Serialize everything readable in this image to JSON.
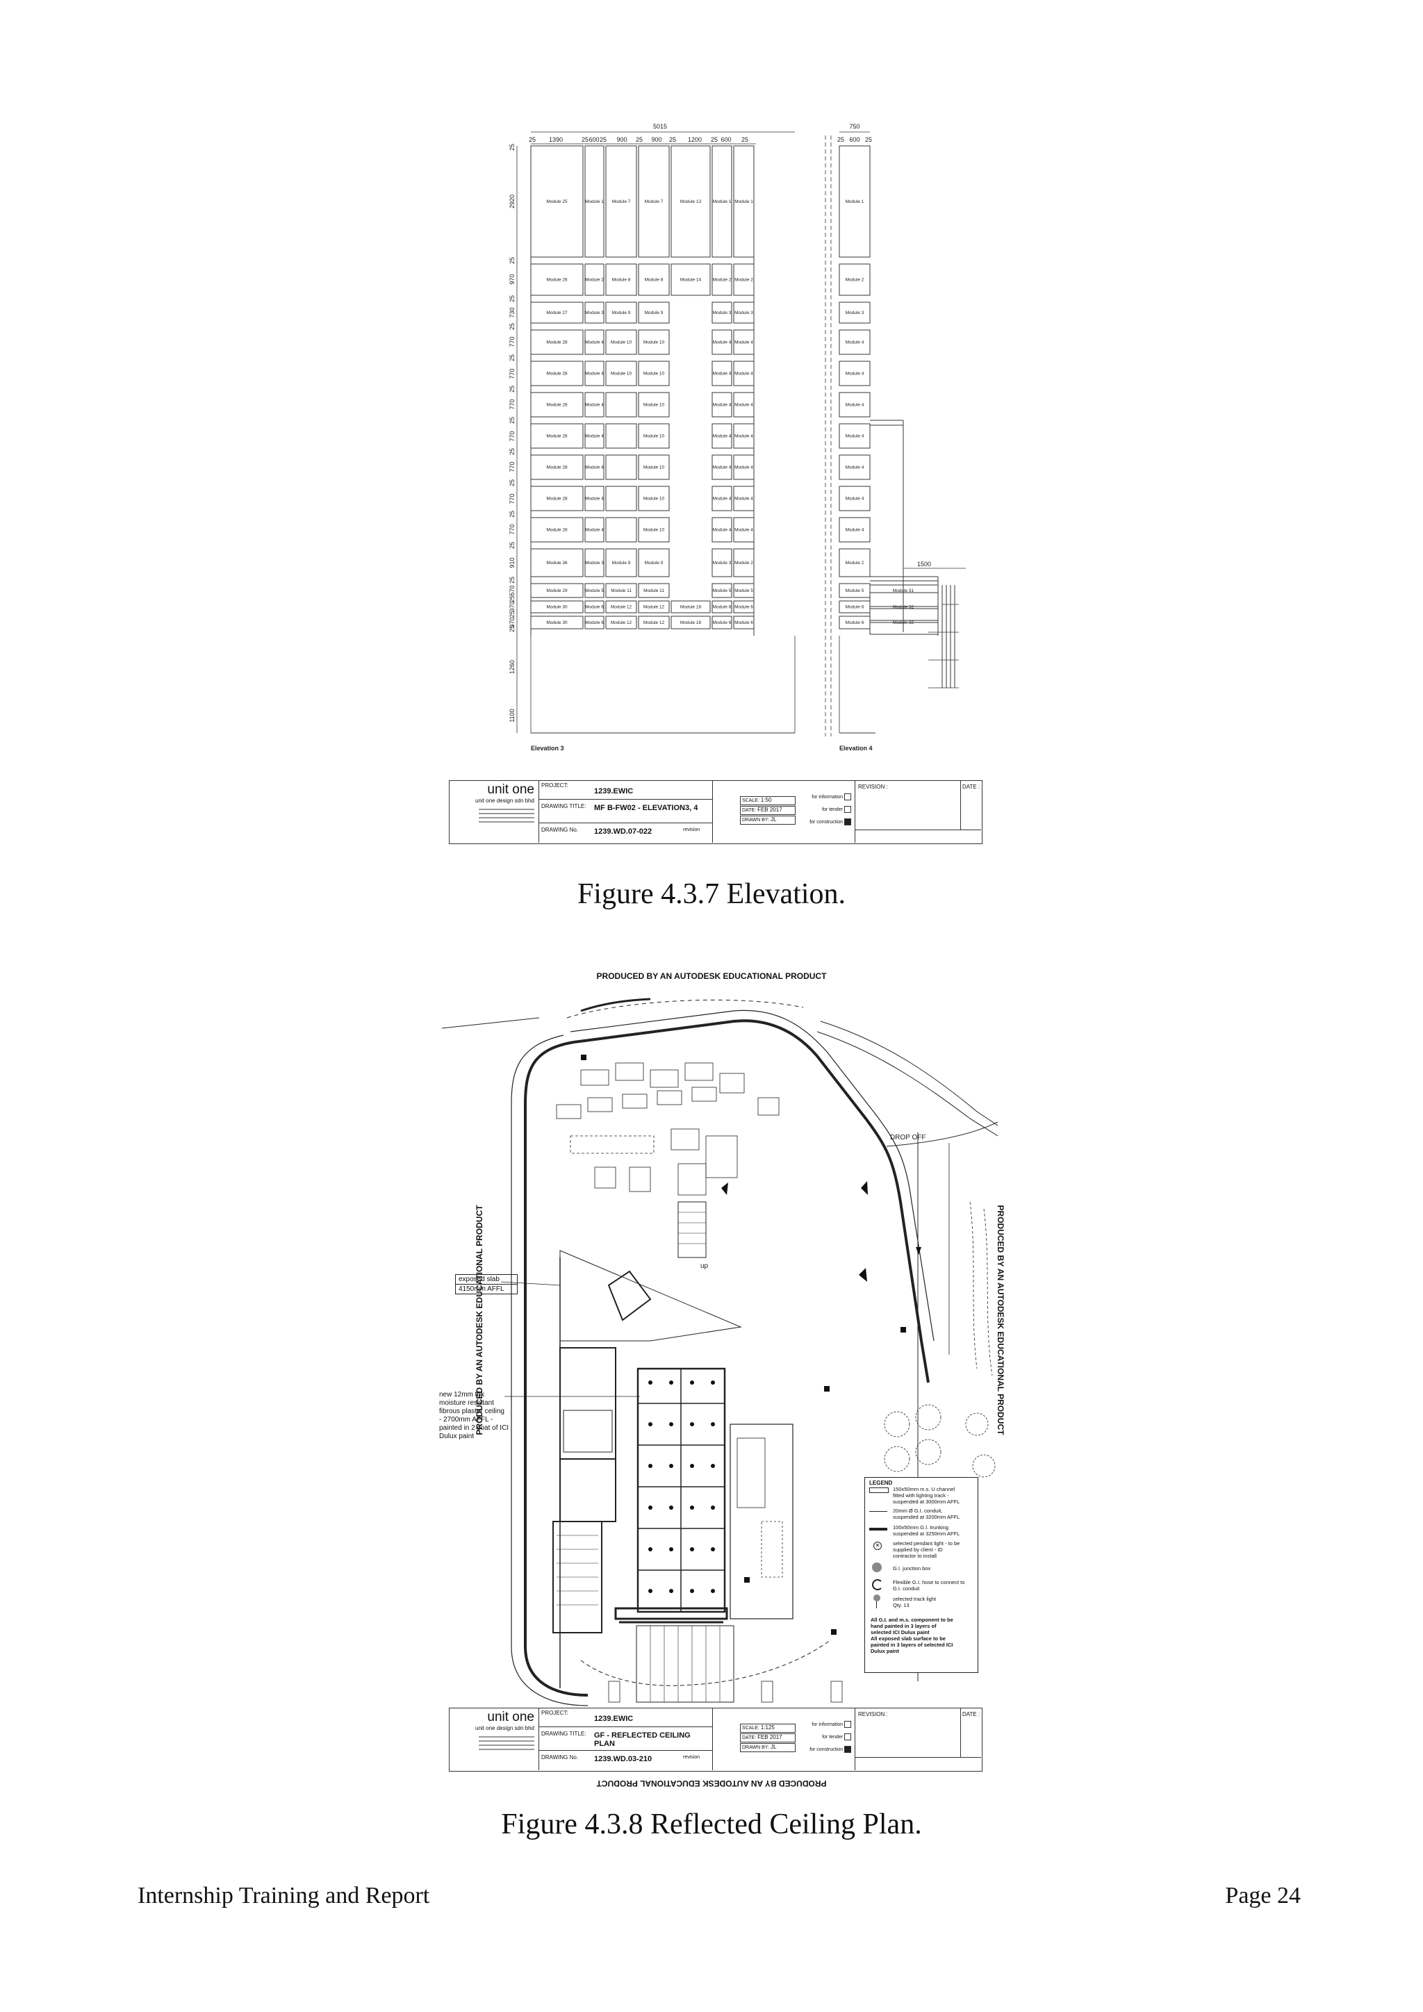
{
  "elevation": {
    "overall_width": "5015",
    "right_width": "750",
    "widths_top": [
      "25",
      "1390",
      "25",
      "600",
      "25",
      "900",
      "25",
      "900",
      "25",
      "1200",
      "25",
      "600",
      "25"
    ],
    "widths_right": [
      "25",
      "600",
      "25"
    ],
    "heights": [
      "25",
      "2920",
      "25",
      "970",
      "25",
      "730",
      "25",
      "770",
      "25",
      "770",
      "25",
      "770",
      "25",
      "770",
      "25",
      "770",
      "25",
      "770",
      "25",
      "770",
      "25",
      "910",
      "25",
      "570",
      "25",
      "370",
      "25",
      "370",
      "25",
      "1260",
      "1100"
    ],
    "rows": [
      [
        "Module 25",
        "Module 1",
        "Module 7",
        "Module 7",
        "Module 13",
        "Module 1",
        "Module 1"
      ],
      [
        "Module 26",
        "Module 2",
        "Module 8",
        "Module 8",
        "Module 14",
        "Module 2",
        "Module 2"
      ],
      [
        "Module 27",
        "Module 3",
        "Module 9",
        "Module 9",
        "",
        "Module 3",
        "Module 3"
      ],
      [
        "Module 28",
        "Module 4",
        "Module 10",
        "Module 10",
        "",
        "Module 4",
        "Module 4"
      ],
      [
        "Module 28",
        "Module 4",
        "Module 10",
        "Module 10",
        "",
        "Module 4",
        "Module 4"
      ],
      [
        "Module 28",
        "Module 4",
        "",
        "Module 10",
        "",
        "Module 4",
        "Module 4"
      ],
      [
        "Module 28",
        "Module 4",
        "",
        "Module 10",
        "",
        "Module 4",
        "Module 4"
      ],
      [
        "Module 28",
        "Module 4",
        "",
        "Module 10",
        "",
        "Module 4",
        "Module 4"
      ],
      [
        "Module 28",
        "Module 4",
        "",
        "Module 10",
        "",
        "Module 4",
        "Module 4"
      ],
      [
        "Module 28",
        "Module 4",
        "",
        "Module 10",
        "",
        "Module 4",
        "Module 4"
      ],
      [
        "Module 36",
        "Module 3",
        "Module 9",
        "Module 9",
        "",
        "Module 3",
        "Module 2"
      ],
      [
        "Module 29",
        "Module 5",
        "Module 11",
        "Module 11",
        "",
        "Module 5",
        "Module 5",
        "Module 31"
      ],
      [
        "Module 30",
        "Module 6",
        "Module 12",
        "Module 12",
        "Module 18",
        "Module 6",
        "Module 6",
        "Module 32"
      ],
      [
        "Module 30",
        "Module 6",
        "Module 12",
        "Module 12",
        "Module 18",
        "Module 6",
        "Module 6",
        "Module 32"
      ]
    ],
    "dim_1500": "1500",
    "label_left": "Elevation 3",
    "label_right": "Elevation 4"
  },
  "titleblock1": {
    "firm": "unit one",
    "firm_sub": "unit one design sdn bhd",
    "project_label": "PROJECT:",
    "project": "1239.EWIC",
    "drawing_title_label": "DRAWING TITLE:",
    "drawing_title": "MF B-FW02 - ELEVATION3, 4",
    "drawing_no_label": "DRAWING No.",
    "drawing_no": "1239.WD.07-022",
    "revision_label": "revision",
    "scale_label": "SCALE:",
    "scale": "1:50",
    "date_label": "DATE:",
    "date": "FEB 2017",
    "drawn_label": "DRAWN BY:",
    "drawn": "JL",
    "for_information": "for information",
    "for_tender": "for tender",
    "for_construction": "for construction",
    "revision_header": "REVISION :",
    "date_header": "DATE :"
  },
  "caption1": "Figure 4.3.7 Elevation.",
  "plan": {
    "watermark": "PRODUCED BY AN AUTODESK EDUCATIONAL PRODUCT",
    "drop_off": "DROP OFF",
    "up": "up",
    "note_slab": [
      "exposed slab",
      "4150mm AFFL"
    ],
    "note_ceiling": [
      "new 12mm thk",
      "moisture resistant",
      "fibrous plaster ceiling",
      "- 2700mm AFFL -",
      "painted in 2 coat of ICI",
      "Dulux paint"
    ],
    "legend_title": "LEGEND",
    "legend": [
      [
        "150x50mm m.s. U channel",
        "fitted with lighting track -",
        "suspended  at 3000mm AFFL"
      ],
      [
        "20mm Ø G.I. conduit,",
        "suspended  at 3200mm AFFL"
      ],
      [
        "100x50mm G.I. trunking",
        "suspended  at 3250mm AFFL"
      ],
      [
        "selected pendant light - to be",
        "supplied by client - ID",
        "contractor to install"
      ],
      [
        "G.I. junction box"
      ],
      [
        "Flexible G.I. hose to connect to",
        "G.I. conduit"
      ],
      [
        "selected track light",
        "Qty. 13"
      ]
    ],
    "legend_notes": [
      "All G.I. and m.s. component to be",
      "hand painted in  3 layers of",
      "selected ICI Dulux paint",
      "All exposed slab surface to be",
      "painted  in  3 layers of selected ICI",
      "Dulux paint"
    ]
  },
  "titleblock2": {
    "firm": "unit one",
    "firm_sub": "unit one design sdn bhd",
    "project_label": "PROJECT:",
    "project": "1239.EWIC",
    "drawing_title_label": "DRAWING TITLE:",
    "drawing_title": "GF - REFLECTED CEILING PLAN",
    "drawing_no_label": "DRAWING No.",
    "drawing_no": "1239.WD.03-210",
    "revision_label": "revision",
    "scale_label": "SCALE:",
    "scale": "1:125",
    "date_label": "DATE:",
    "date": "FEB 2017",
    "drawn_label": "DRAWN BY:",
    "drawn": "JL",
    "for_information": "for information",
    "for_tender": "for tender",
    "for_construction": "for construction",
    "revision_header": "REVISION :",
    "date_header": "DATE :"
  },
  "caption2": "Figure 4.3.8 Reflected Ceiling Plan.",
  "footer": {
    "left": "Internship Training and Report",
    "right": "Page 24"
  }
}
